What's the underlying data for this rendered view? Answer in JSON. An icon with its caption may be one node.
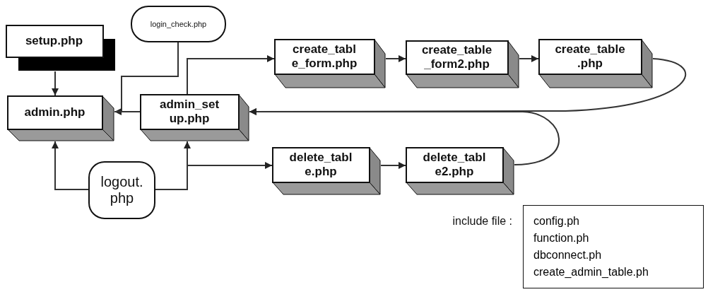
{
  "diagram": {
    "nodes": [
      {
        "text": [
          "setup.php"
        ]
      },
      {
        "text": [
          "login_check.php"
        ]
      },
      {
        "text": [
          "admin.php"
        ]
      },
      {
        "text": [
          "admin_set up.php"
        ]
      },
      {
        "text": [
          "create_tabl e_form.php"
        ]
      },
      {
        "text": [
          "create_table _form2.php"
        ]
      },
      {
        "text": [
          "create_table .php"
        ]
      },
      {
        "text": [
          "delete_tabl e.php"
        ]
      },
      {
        "text": [
          "delete_tabl e2.php"
        ]
      },
      {
        "text": [
          "logout. php"
        ]
      },
      {
        "text": [
          "include file :",
          "config.ph",
          "function.ph",
          "dbconnect.ph",
          "create_admin_table.ph"
        ]
      }
    ],
    "edges": [
      {
        "from": 0,
        "to": 2,
        "arrow": "to"
      },
      {
        "from": 1,
        "to": 2,
        "arrow": "to"
      },
      {
        "from": 3,
        "to": 2,
        "arrow": "none"
      },
      {
        "from": 3,
        "to": 4,
        "arrow": "to"
      },
      {
        "from": 4,
        "to": 5,
        "arrow": "to"
      },
      {
        "from": 5,
        "to": 6,
        "arrow": "to"
      },
      {
        "from": 6,
        "to": 3,
        "arrow": "to"
      },
      {
        "from": 8,
        "to": 3,
        "arrow": "to"
      },
      {
        "from": 3,
        "to": 7,
        "arrow": "to"
      },
      {
        "from": 7,
        "to": 8,
        "arrow": "to"
      },
      {
        "from": 9,
        "to": 2,
        "arrow": "to"
      },
      {
        "from": 9,
        "to": 3,
        "arrow": "to"
      }
    ]
  }
}
